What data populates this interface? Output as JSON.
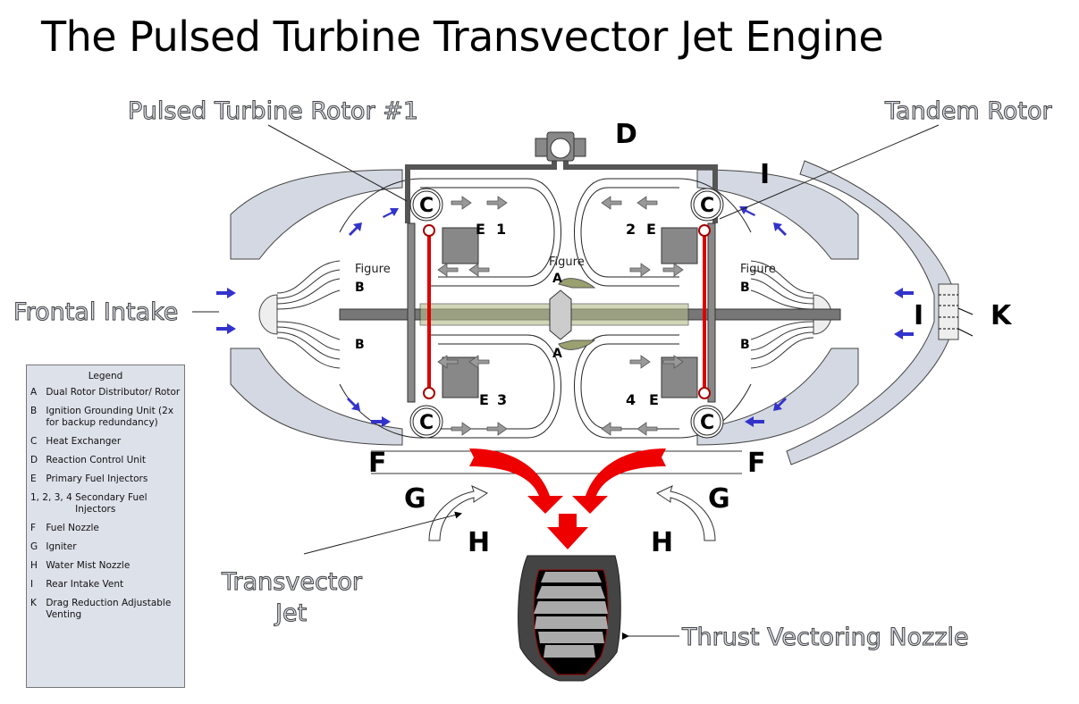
{
  "title": "The Pulsed Turbine Transvector Jet Engine",
  "callouts": {
    "pulsed_rotor": "Pulsed Turbine Rotor #1",
    "tandem_rotor": "Tandem Rotor",
    "frontal_intake": "Frontal Intake",
    "transvector_line1": "Transvector",
    "transvector_line2": "Jet",
    "thrust_nozzle": "Thrust Vectoring Nozzle"
  },
  "part_letters": {
    "D": "D",
    "I": "I",
    "K": "K",
    "C": "C",
    "F": "F",
    "G": "G",
    "H": "H",
    "E": "E",
    "A": "A",
    "B": "B"
  },
  "figure_label": "Figure",
  "injector_numbers": [
    "1",
    "2",
    "3",
    "4"
  ],
  "legend": {
    "heading": "Legend",
    "items": [
      {
        "key": "A",
        "text": "Dual Rotor Distributor/ Rotor"
      },
      {
        "key": "B",
        "text": "Ignition Grounding Unit (2x for backup redundancy)"
      },
      {
        "key": "C",
        "text": "Heat Exchanger"
      },
      {
        "key": "D",
        "text": "Reaction Control Unit"
      },
      {
        "key": "E",
        "text": "Primary Fuel Injectors"
      },
      {
        "key": "1, 2, 3, 4",
        "text": "Secondary Fuel Injectors"
      },
      {
        "key": "F",
        "text": "Fuel Nozzle"
      },
      {
        "key": "G",
        "text": "Igniter"
      },
      {
        "key": "H",
        "text": "Water Mist Nozzle"
      },
      {
        "key": "I",
        "text": "Rear Intake Vent"
      },
      {
        "key": "K",
        "text": "Drag Reduction Adjustable Venting"
      }
    ]
  },
  "colors": {
    "intake_arrow": "#3333cc",
    "flow_arrow": "#999999",
    "exhaust_arrow": "#ee0000",
    "housing": "#d3d8e2",
    "shaft": "#777777",
    "nozzle": "#444444",
    "legend_bg": "#dde1ea"
  }
}
